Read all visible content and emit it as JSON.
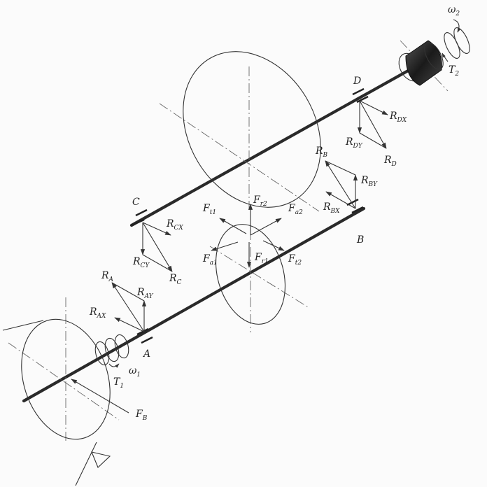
{
  "labels": {
    "omega2": {
      "main": "ω",
      "sub": "2"
    },
    "T2": {
      "main": "T",
      "sub": "2"
    },
    "D": {
      "main": "D",
      "sub": ""
    },
    "RDX": {
      "main": "R",
      "sub": "DX"
    },
    "RDY": {
      "main": "R",
      "sub": "DY"
    },
    "RD": {
      "main": "R",
      "sub": "D"
    },
    "RB": {
      "main": "R",
      "sub": "B"
    },
    "RBY": {
      "main": "R",
      "sub": "BY"
    },
    "RBX": {
      "main": "R",
      "sub": "BX"
    },
    "B": {
      "main": "B",
      "sub": ""
    },
    "C": {
      "main": "C",
      "sub": ""
    },
    "Ft1": {
      "main": "F",
      "sub": "t1"
    },
    "Fr2": {
      "main": "F",
      "sub": "r2"
    },
    "Fa2": {
      "main": "F",
      "sub": "a2"
    },
    "RCX": {
      "main": "R",
      "sub": "CX"
    },
    "RCY": {
      "main": "R",
      "sub": "CY"
    },
    "RC": {
      "main": "R",
      "sub": "C"
    },
    "Fa1": {
      "main": "F",
      "sub": "a1"
    },
    "Fr1": {
      "main": "F",
      "sub": "r1"
    },
    "Ft2": {
      "main": "F",
      "sub": "t2"
    },
    "RA": {
      "main": "R",
      "sub": "A"
    },
    "RAY": {
      "main": "R",
      "sub": "AY"
    },
    "RAX": {
      "main": "R",
      "sub": "AX"
    },
    "A": {
      "main": "A",
      "sub": ""
    },
    "T1": {
      "main": "T",
      "sub": "1"
    },
    "omega1": {
      "main": "ω",
      "sub": "1"
    },
    "FB": {
      "main": "F",
      "sub": "B"
    }
  }
}
